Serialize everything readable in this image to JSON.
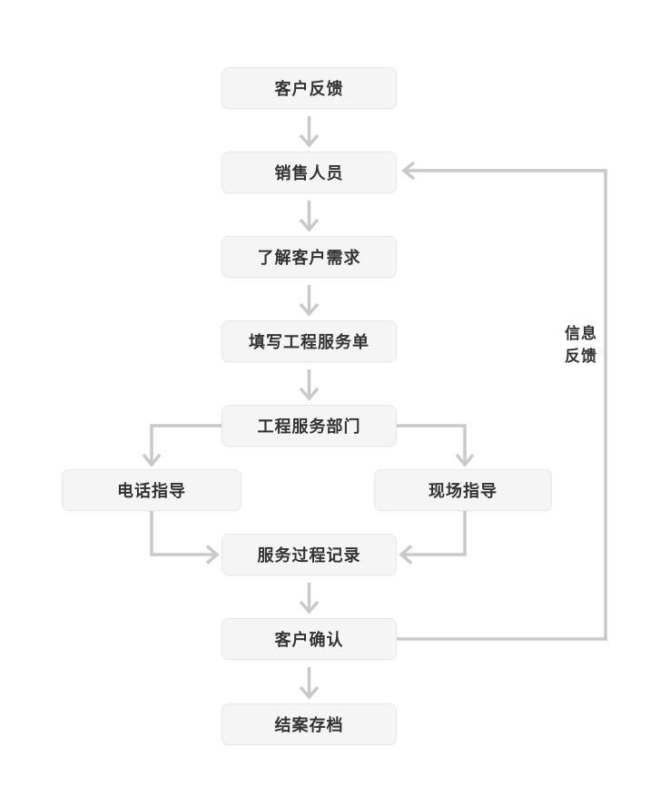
{
  "diagram": {
    "type": "flowchart",
    "background": "#ffffff",
    "colors": {
      "node_fill": "#f5f5f5",
      "node_border": "#e8e8e8",
      "arrow": "#c9c9c9",
      "text": "#333333"
    },
    "nodes": [
      {
        "id": "customer-feedback",
        "label": "客户反馈"
      },
      {
        "id": "sales-person",
        "label": "销售人员"
      },
      {
        "id": "understand-customer-needs",
        "label": "了解客户需求"
      },
      {
        "id": "fill-engineering-service-form",
        "label": "填写工程服务单"
      },
      {
        "id": "engineering-service-department",
        "label": "工程服务部门"
      },
      {
        "id": "phone-guidance",
        "label": "电话指导"
      },
      {
        "id": "onsite-guidance",
        "label": "现场指导"
      },
      {
        "id": "service-process-record",
        "label": "服务过程记录"
      },
      {
        "id": "customer-confirmation",
        "label": "客户确认"
      },
      {
        "id": "close-case-archive",
        "label": "结案存档"
      }
    ],
    "edges": [
      {
        "from": "客户反馈",
        "to": "销售人员"
      },
      {
        "from": "销售人员",
        "to": "了解客户需求"
      },
      {
        "from": "了解客户需求",
        "to": "填写工程服务单"
      },
      {
        "from": "填写工程服务单",
        "to": "工程服务部门"
      },
      {
        "from": "工程服务部门",
        "to": "电话指导"
      },
      {
        "from": "工程服务部门",
        "to": "现场指导"
      },
      {
        "from": "电话指导",
        "to": "服务过程记录"
      },
      {
        "from": "现场指导",
        "to": "服务过程记录"
      },
      {
        "from": "服务过程记录",
        "to": "客户确认"
      },
      {
        "from": "客户确认",
        "to": "结案存档"
      },
      {
        "from": "客户确认",
        "to": "销售人员",
        "label": "信息反馈"
      }
    ],
    "feedback_label": "信息反馈"
  }
}
